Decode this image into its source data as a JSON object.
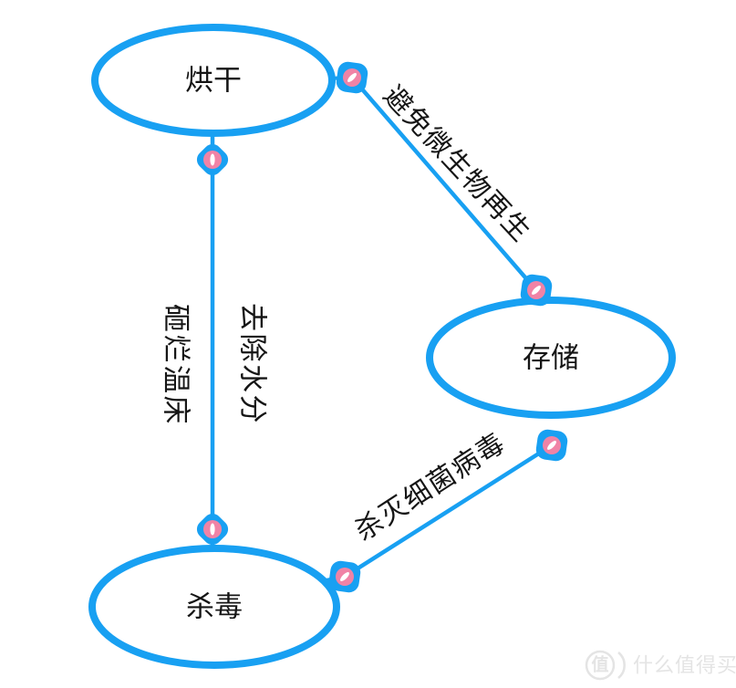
{
  "colors": {
    "accent_blue": "#18A0F2",
    "node_bead_pink": "#F083A6",
    "bead_highlight_white": "#FFFFFF",
    "label_text": "#151515",
    "watermark_gray": "#E4E4E4",
    "background": "#FFFFFF"
  },
  "diagram": {
    "nodes": [
      {
        "id": "drying",
        "label": "烘干"
      },
      {
        "id": "storage",
        "label": "存储"
      },
      {
        "id": "sterilize",
        "label": "杀毒"
      }
    ],
    "edges": [
      {
        "from": "drying",
        "to": "storage",
        "label": "避免微生物再生"
      },
      {
        "from": "drying",
        "to": "sterilize",
        "labels": [
          {
            "side": "left",
            "text": "砸烂温床"
          },
          {
            "side": "right",
            "text": "去除水分"
          }
        ]
      },
      {
        "from": "sterilize",
        "to": "storage",
        "label": "杀灭细菌病毒"
      }
    ]
  },
  "watermark": {
    "logo": "值",
    "text": "什么值得买"
  }
}
